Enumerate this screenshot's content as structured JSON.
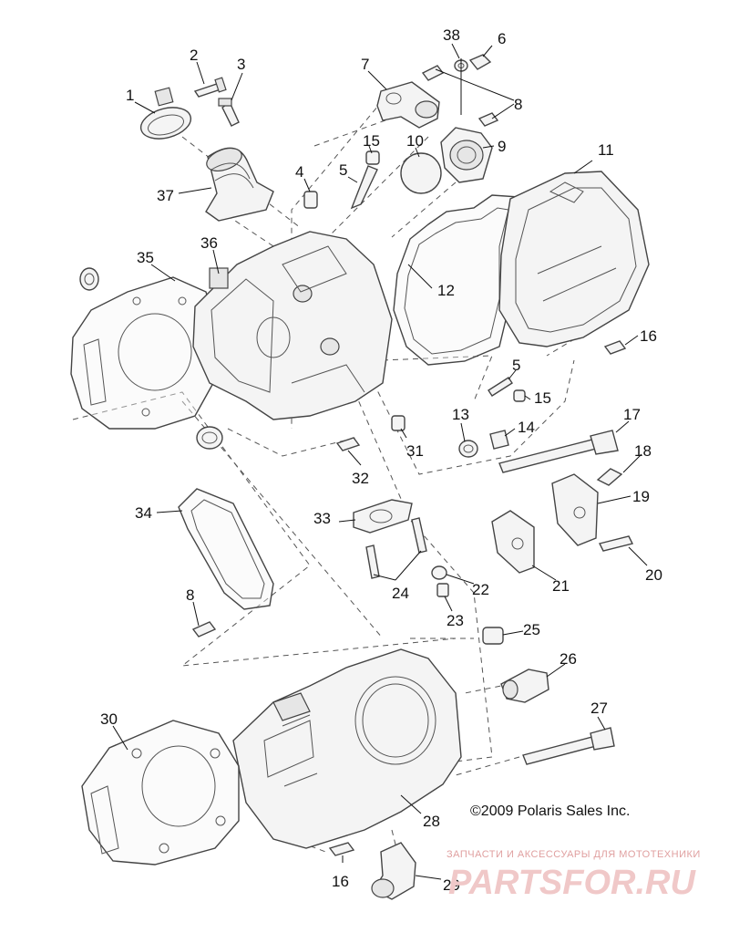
{
  "copyright": "©2009 Polaris Sales Inc.",
  "watermark": {
    "tagline": "ЗАПЧАСТИ И АКСЕССУАРЫ ДЛЯ МОТОТЕХНИКИ",
    "logo": "PARTSFOR.RU"
  },
  "callouts": {
    "c1": "1",
    "c2": "2",
    "c3": "3",
    "c4": "4",
    "c5a": "5",
    "c5b": "5",
    "c6": "6",
    "c7": "7",
    "c8a": "8",
    "c8b": "8",
    "c9": "9",
    "c10": "10",
    "c11": "11",
    "c12": "12",
    "c13": "13",
    "c14": "14",
    "c15a": "15",
    "c15b": "15",
    "c16a": "16",
    "c16b": "16",
    "c17": "17",
    "c18": "18",
    "c19": "19",
    "c20": "20",
    "c21": "21",
    "c22": "22",
    "c23": "23",
    "c24": "24",
    "c25": "25",
    "c26": "26",
    "c27": "27",
    "c28": "28",
    "c29": "29",
    "c30": "30",
    "c31": "31",
    "c32": "32",
    "c33": "33",
    "c34": "34",
    "c35": "35",
    "c36": "36",
    "c37": "37",
    "c38": "38"
  }
}
